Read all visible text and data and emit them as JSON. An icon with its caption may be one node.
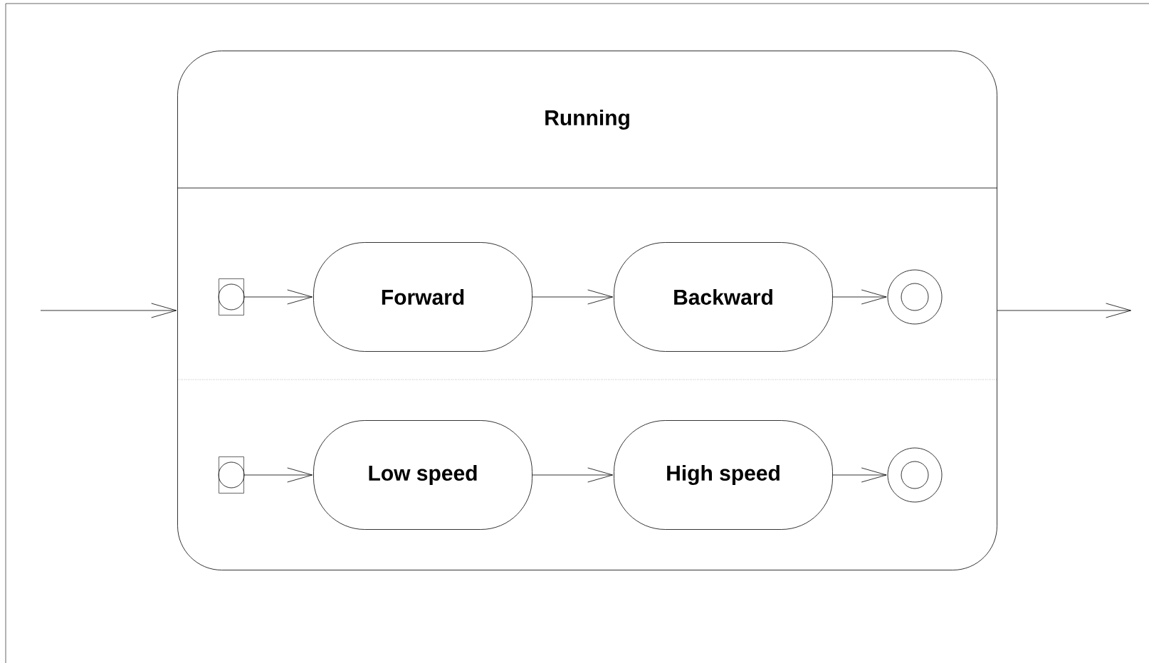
{
  "diagram": {
    "nodes": [
      {
        "text": [
          "Running"
        ]
      },
      {
        "text": [],
        "shape": "box",
        "in": 0
      },
      {
        "text": [
          "Forward"
        ],
        "in": 0
      },
      {
        "text": [
          "Backward"
        ],
        "in": 0
      },
      {
        "text": [],
        "shape": "circle",
        "in": 0
      },
      {
        "text": [],
        "shape": "box",
        "in": 0
      },
      {
        "text": [
          "Low speed"
        ],
        "in": 0
      },
      {
        "text": [
          "High speed"
        ],
        "in": 0
      },
      {
        "text": [],
        "shape": "circle",
        "in": 0
      }
    ],
    "edges": [
      {
        "from": null,
        "to": 0,
        "arrow": "to"
      },
      {
        "from": 1,
        "to": 2,
        "arrow": "to"
      },
      {
        "from": 2,
        "to": 3,
        "arrow": "to"
      },
      {
        "from": 3,
        "to": 4,
        "arrow": "to"
      },
      {
        "from": 5,
        "to": 6,
        "arrow": "to"
      },
      {
        "from": 6,
        "to": 7,
        "arrow": "to"
      },
      {
        "from": 7,
        "to": 8,
        "arrow": "to"
      },
      {
        "from": 0,
        "to": null,
        "arrow": "to"
      }
    ]
  }
}
